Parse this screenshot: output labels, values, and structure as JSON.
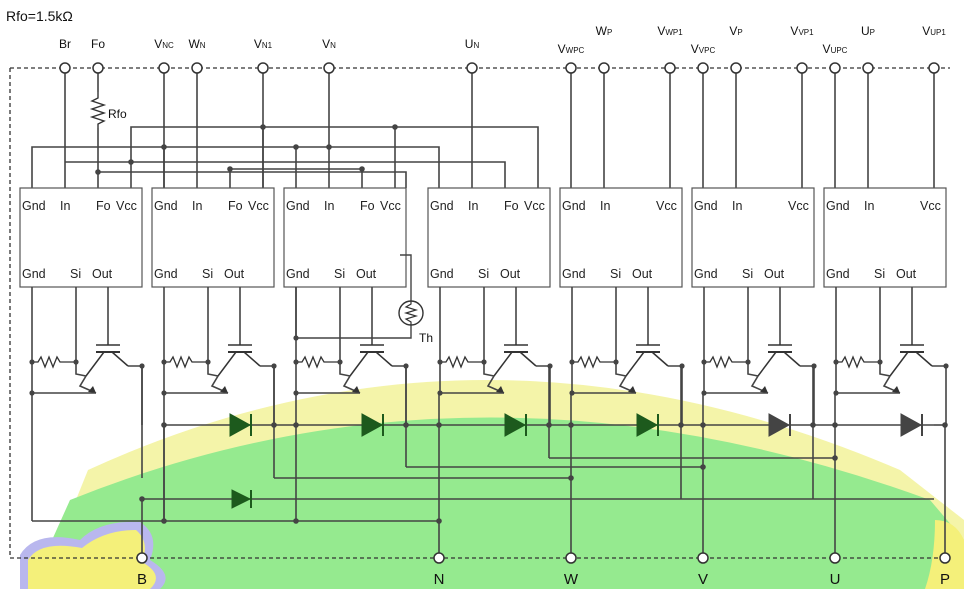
{
  "rfo_note": "Rfo=1.5kΩ",
  "resistor_label": "Rfo",
  "thermistor_label": "Th",
  "top_terminals": [
    {
      "main": "Br",
      "sub": ""
    },
    {
      "main": "Fo",
      "sub": ""
    },
    {
      "main": "V",
      "sub": "NC"
    },
    {
      "main": "W",
      "sub": "N"
    },
    {
      "main": "V",
      "sub": "N1"
    },
    {
      "main": "V",
      "sub": "N"
    },
    {
      "main": "U",
      "sub": "N"
    },
    {
      "main": "V",
      "sub": "WPC"
    },
    {
      "main": "W",
      "sub": "P"
    },
    {
      "main": "V",
      "sub": "WP1"
    },
    {
      "main": "V",
      "sub": "VPC"
    },
    {
      "main": "V",
      "sub": "P"
    },
    {
      "main": "V",
      "sub": "VP1"
    },
    {
      "main": "V",
      "sub": "UPC"
    },
    {
      "main": "U",
      "sub": "P"
    },
    {
      "main": "V",
      "sub": "UP1"
    }
  ],
  "bottom_terminals": [
    "B",
    "N",
    "W",
    "V",
    "U",
    "P"
  ],
  "driver_pins": {
    "gnd": "Gnd",
    "in": "In",
    "fo": "Fo",
    "vcc": "Vcc",
    "si": "Si",
    "out": "Out"
  },
  "colors": {
    "wire": "#444444",
    "background_band": "#95ea8f",
    "band_edge": "#f2f29a",
    "blob": "#f4f07a",
    "blob_outline": "#b9b7ee"
  }
}
